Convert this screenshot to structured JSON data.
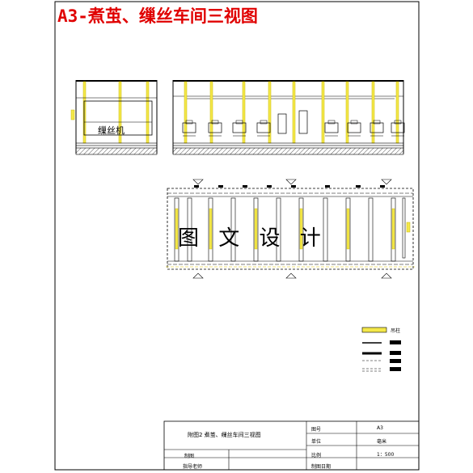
{
  "drawing": {
    "title": "A3-煮茧、缫丝车间三视图",
    "machine_label": "缫丝机",
    "watermark": "图 文 设 计"
  },
  "legend": {
    "items": [
      {
        "label": "吊柱"
      }
    ]
  },
  "title_block": {
    "drawing_name": "附图2 煮茧、缫丝车间三视图",
    "fields": [
      {
        "label": "图号",
        "value": "A3"
      },
      {
        "label": "单位",
        "value": "毫米"
      },
      {
        "label": "比例",
        "value": "1：500"
      },
      {
        "label": "制图日期",
        "value": ""
      }
    ],
    "rows": [
      {
        "label": "制图",
        "value": ""
      },
      {
        "label": "指导老师",
        "value": ""
      }
    ]
  },
  "colors": {
    "frame": "#000000",
    "title": "#e00000",
    "column_yellow": "#f4e84a",
    "column_outline": "#c8b800",
    "hatch": "#555555"
  }
}
